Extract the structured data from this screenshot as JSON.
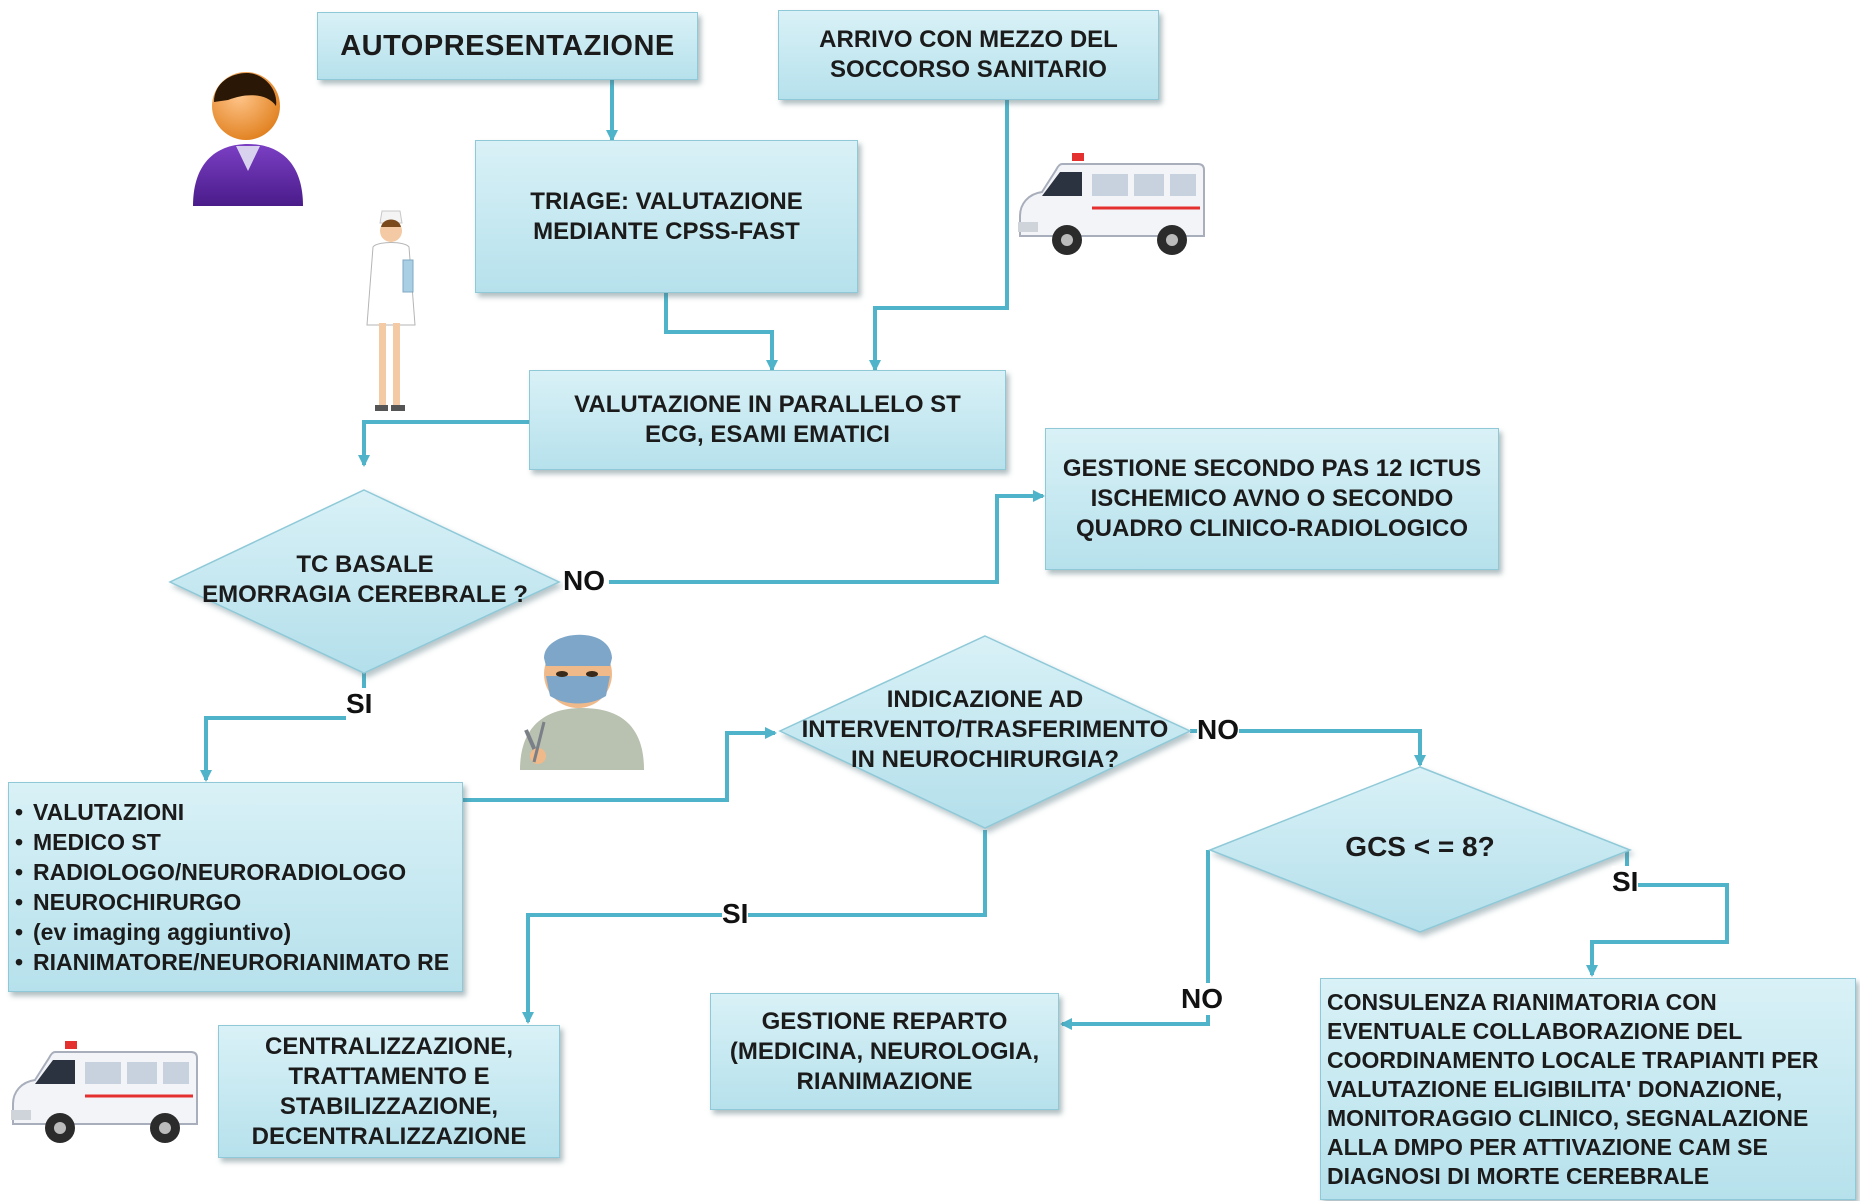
{
  "boxes": {
    "autopresentazione": "AUTOPRESENTAZIONE",
    "arrivo": [
      "ARRIVO CON MEZZO DEL",
      "SOCCORSO SANITARIO"
    ],
    "triage": [
      "TRIAGE: VALUTAZIONE",
      "MEDIANTE CPSS-FAST"
    ],
    "valutazione_parallelo": [
      "VALUTAZIONE IN PARALLELO ST",
      "ECG, ESAMI EMATICI"
    ],
    "gestione_pas": [
      "GESTIONE SECONDO PAS 12 ICTUS",
      "ISCHEMICO AVNO O SECONDO",
      "QUADRO CLINICO-RADIOLOGICO"
    ],
    "valutazioni_list": [
      "VALUTAZIONI",
      "MEDICO ST",
      "RADIOLOGO/NEURORADIOLOGO",
      "NEUROCHIRURGO",
      "(ev imaging aggiuntivo)",
      "RIANIMATORE/NEURORIANIMATO RE"
    ],
    "centralizzazione": [
      "CENTRALIZZAZIONE,",
      "TRATTAMENTO E",
      "STABILIZZAZIONE,",
      "DECENTRALIZZAZIONE"
    ],
    "gestione_reparto": [
      "GESTIONE REPARTO",
      "(MEDICINA, NEUROLOGIA,",
      "RIANIMAZIONE"
    ],
    "consulenza": [
      "CONSULENZA RIANIMATORIA CON",
      "EVENTUALE COLLABORAZIONE DEL",
      "COORDINAMENTO LOCALE TRAPIANTI PER",
      "VALUTAZIONE ELIGIBILITA' DONAZIONE,",
      "MONITORAGGIO CLINICO, SEGNALAZIONE",
      "ALLA DMPO PER ATTIVAZIONE CAM SE",
      "DIAGNOSI DI MORTE CEREBRALE"
    ]
  },
  "decisions": {
    "tc_basale": [
      "TC BASALE",
      "EMORRAGIA CEREBRALE ?"
    ],
    "indicazione": [
      "INDICAZIONE AD",
      "INTERVENTO/TRASFERIMENTO",
      "IN NEUROCHIRURGIA?"
    ],
    "gcs": "GCS < = 8?"
  },
  "labels": {
    "no1": "NO",
    "si1": "SI",
    "no2": "NO",
    "si2": "SI",
    "si3": "SI",
    "no3": "NO"
  },
  "colors": {
    "box_fill": "#c6e9f2",
    "arrow": "#4fb3c9",
    "text": "#1b1b1b"
  },
  "icons": [
    "person-icon",
    "nurse-icon",
    "ambulance-icon",
    "surgeon-icon",
    "ambulance-icon"
  ]
}
